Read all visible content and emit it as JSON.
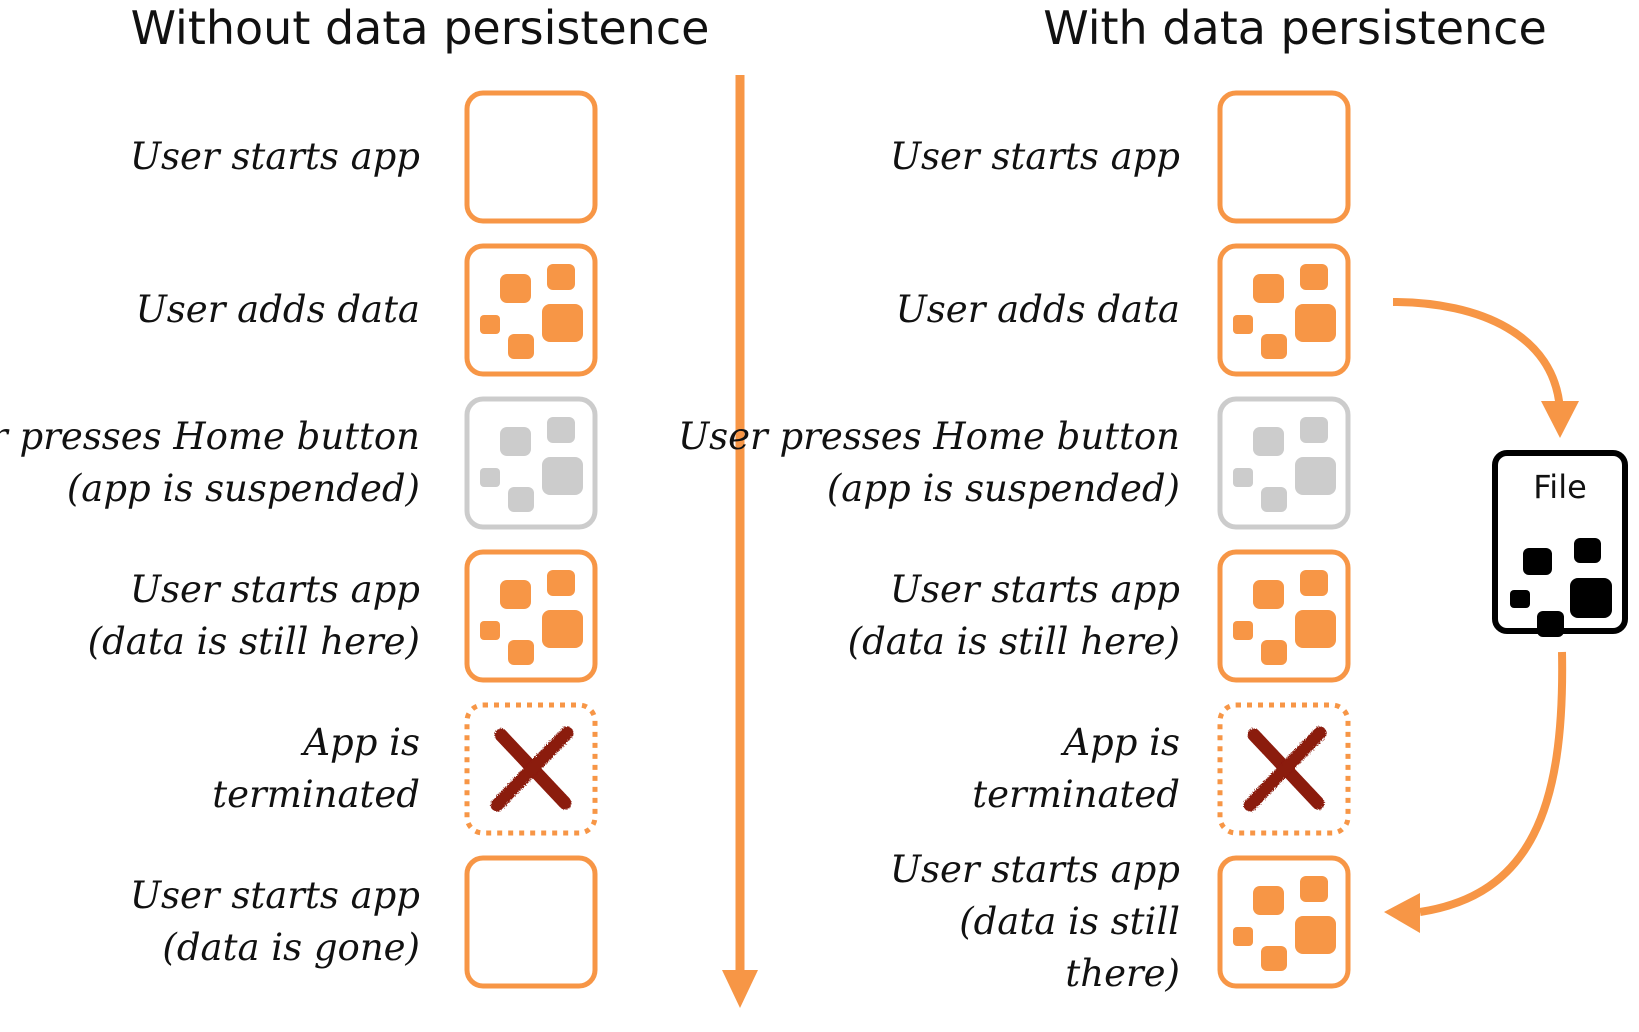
{
  "colors": {
    "accent": "#F79646",
    "suspended": "#CCCCCC",
    "terminated_x": "#8B1A10",
    "file_border": "#000000",
    "text": "#111111"
  },
  "panels": [
    {
      "title": "Without data persistence",
      "steps": [
        {
          "lines": [
            "User starts app"
          ],
          "state": "empty"
        },
        {
          "lines": [
            "User adds data"
          ],
          "state": "data"
        },
        {
          "lines": [
            "User presses Home button",
            "(app is suspended)"
          ],
          "state": "suspended"
        },
        {
          "lines": [
            "User starts app",
            "(data is still here)"
          ],
          "state": "data"
        },
        {
          "lines": [
            "App is",
            "terminated"
          ],
          "state": "terminated"
        },
        {
          "lines": [
            "User starts app",
            "(data is gone)"
          ],
          "state": "empty"
        }
      ]
    },
    {
      "title": "With data persistence",
      "steps": [
        {
          "lines": [
            "User starts app"
          ],
          "state": "empty"
        },
        {
          "lines": [
            "User adds data"
          ],
          "state": "data"
        },
        {
          "lines": [
            "User presses Home button",
            "(app is suspended)"
          ],
          "state": "suspended"
        },
        {
          "lines": [
            "User starts app",
            "(data is still here)"
          ],
          "state": "data"
        },
        {
          "lines": [
            "App is",
            "terminated"
          ],
          "state": "terminated"
        },
        {
          "lines": [
            "User starts app",
            "(data is still",
            "there)"
          ],
          "state": "data"
        }
      ]
    }
  ],
  "file": {
    "label": "File",
    "icon": "file-icon"
  }
}
